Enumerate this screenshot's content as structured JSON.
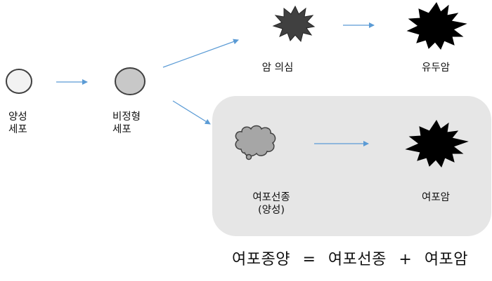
{
  "nodes": {
    "benign_cell": {
      "line1": "양성",
      "line2": "세포"
    },
    "atypical_cell": {
      "line1": "비정형",
      "line2": "세포"
    },
    "suspicious_cancer": {
      "label": "암 의심"
    },
    "ductal_cancer": {
      "label": "유두암"
    },
    "follicular_adenoma": {
      "line1": "여포선종",
      "line2": "(양성)"
    },
    "follicular_cancer": {
      "label": "여포암"
    }
  },
  "formula": {
    "lhs": "여포종양",
    "equals": "=",
    "term1": "여포선종",
    "plus": "+",
    "term2": "여포암"
  },
  "colors": {
    "arrow": "#5b9bd5",
    "panel": "#e6e6e6",
    "benign_fill": "#f2f2f2",
    "atypical_fill": "#c8c8c8",
    "suspicious_fill": "#404040",
    "cancer_fill": "#000000",
    "adenoma_fill": "#a6a6a6"
  }
}
